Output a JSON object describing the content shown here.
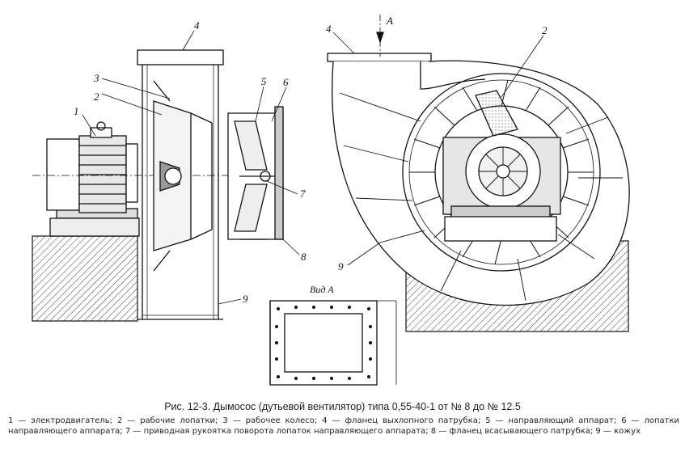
{
  "callouts": {
    "c1": "1",
    "c2": "2",
    "c3": "3",
    "c4": "4",
    "c5": "5",
    "c6": "6",
    "c7": "7",
    "c8": "8",
    "c9": "9",
    "r2": "2",
    "r4": "4",
    "r9": "9",
    "ra": "A"
  },
  "view_label": "Вид А",
  "caption": {
    "title": "Рис. 12-3. Дымосос (дутьевой вентилятор) типа 0,55-40-1 от № 8 до № 12.5",
    "legend": [
      "1 — электродвигатель;",
      "2 — рабочие лопатки;",
      "3 — рабочее колесо;",
      "4 — фланец выхлопного патрубка;",
      "5 — направляющий аппарат;",
      "6 — лопатки направляющего аппарата;",
      "7 — приводная рукоятка поворота лопаток направляющего аппарата;",
      "8 — фланец всасывающего патрубка;",
      "9 — кожух"
    ]
  }
}
